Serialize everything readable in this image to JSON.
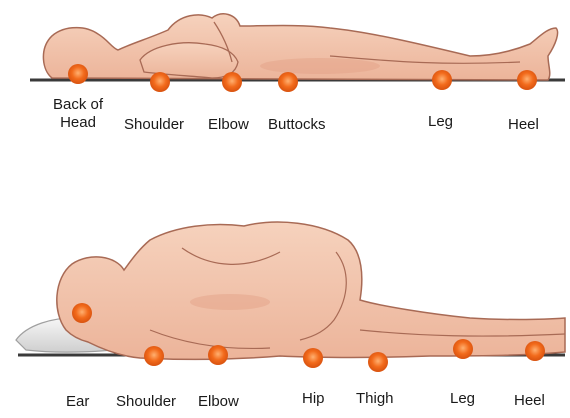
{
  "colors": {
    "skin": "#f4c9b1",
    "skin_shade": "#e8aa8e",
    "outline": "#a86a55",
    "surface": "#333333",
    "pillow": "#e6e6e6",
    "pressure_point": "#f26a1b",
    "pressure_glow": "#f9a25c"
  },
  "supine": {
    "points": [
      {
        "label_line1": "Back of",
        "label_line2": "Head"
      },
      {
        "label": "Shoulder"
      },
      {
        "label": "Elbow"
      },
      {
        "label": "Buttocks"
      },
      {
        "label": "Leg"
      },
      {
        "label": "Heel"
      }
    ]
  },
  "lateral": {
    "points": [
      {
        "label": "Ear"
      },
      {
        "label": "Shoulder"
      },
      {
        "label": "Elbow"
      },
      {
        "label": "Hip"
      },
      {
        "label": "Thigh"
      },
      {
        "label": "Leg"
      },
      {
        "label": "Heel"
      }
    ]
  }
}
